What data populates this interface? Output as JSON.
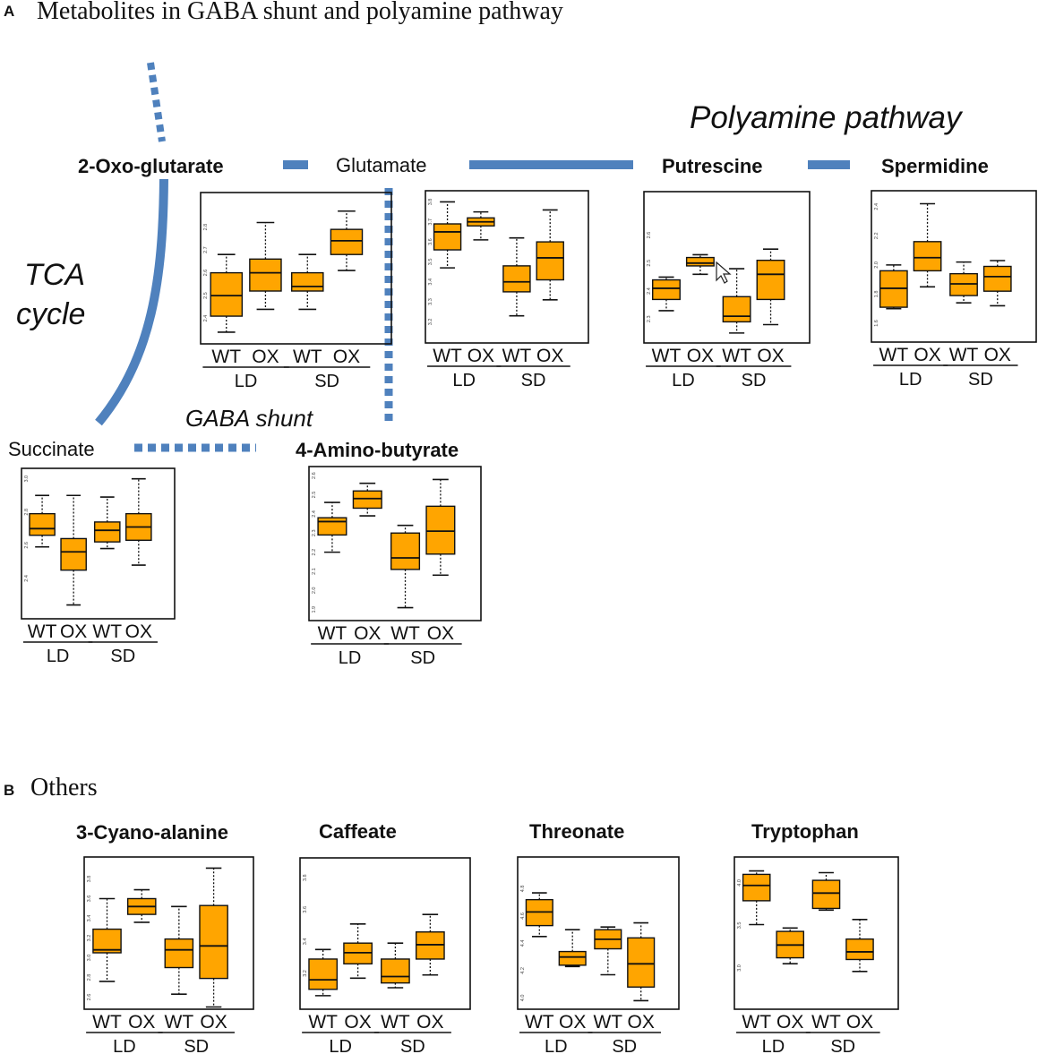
{
  "panel_a": {
    "letter": "A",
    "title": "Metabolites in GABA shunt and polyamine pathway",
    "labels": {
      "polyamine_pathway": "Polyamine pathway",
      "tca_line1": "TCA",
      "tca_line2": "cycle",
      "gaba_shunt": "GABA shunt"
    },
    "metabolites": {
      "oxoglutarate": "2-Oxo-glutarate",
      "glutamate": "Glutamate",
      "putrescine": "Putrescine",
      "spermidine": "Spermidine",
      "succinate": "Succinate",
      "aminobutyrate": "4-Amino-butyrate"
    }
  },
  "panel_b": {
    "letter": "B",
    "title": "Others"
  },
  "colors": {
    "box_fill": "#ffa500",
    "pathway_line": "#4f81bd",
    "outline": "#111111"
  },
  "group_labels": {
    "genotypes": [
      "WT",
      "OX",
      "WT",
      "OX"
    ],
    "conditions": [
      "LD",
      "SD"
    ]
  },
  "chart_data": [
    {
      "type": "box",
      "name": "2-Oxo-glutarate",
      "ylim": [
        2.32,
        2.92
      ],
      "yticks": [
        "2.4",
        "2.5",
        "2.6",
        "2.7",
        "2.8"
      ],
      "categories": [
        "WT LD",
        "OX LD",
        "WT SD",
        "OX SD"
      ],
      "boxes": [
        {
          "min": 2.34,
          "q1": 2.41,
          "median": 2.5,
          "q3": 2.6,
          "max": 2.68
        },
        {
          "min": 2.44,
          "q1": 2.52,
          "median": 2.6,
          "q3": 2.66,
          "max": 2.82
        },
        {
          "min": 2.44,
          "q1": 2.52,
          "median": 2.54,
          "q3": 2.6,
          "max": 2.68
        },
        {
          "min": 2.61,
          "q1": 2.68,
          "median": 2.74,
          "q3": 2.79,
          "max": 2.87
        }
      ]
    },
    {
      "type": "box",
      "name": "Glutamate",
      "ylim": [
        3.13,
        3.82
      ],
      "yticks": [
        "3.2",
        "3.3",
        "3.4",
        "3.5",
        "3.6",
        "3.7",
        "3.8"
      ],
      "categories": [
        "WT LD",
        "OX LD",
        "WT SD",
        "OX SD"
      ],
      "boxes": [
        {
          "min": 3.47,
          "q1": 3.56,
          "median": 3.65,
          "q3": 3.69,
          "max": 3.8
        },
        {
          "min": 3.61,
          "q1": 3.68,
          "median": 3.7,
          "q3": 3.72,
          "max": 3.75
        },
        {
          "min": 3.23,
          "q1": 3.35,
          "median": 3.4,
          "q3": 3.48,
          "max": 3.62
        },
        {
          "min": 3.31,
          "q1": 3.41,
          "median": 3.52,
          "q3": 3.6,
          "max": 3.76
        }
      ]
    },
    {
      "type": "box",
      "name": "Putrescine",
      "ylim": [
        2.24,
        2.73
      ],
      "yticks": [
        "2.3",
        "2.4",
        "2.5",
        "2.6"
      ],
      "categories": [
        "WT LD",
        "OX LD",
        "WT SD",
        "OX SD"
      ],
      "boxes": [
        {
          "min": 2.33,
          "q1": 2.37,
          "median": 2.41,
          "q3": 2.44,
          "max": 2.45
        },
        {
          "min": 2.46,
          "q1": 2.49,
          "median": 2.5,
          "q3": 2.52,
          "max": 2.53
        },
        {
          "min": 2.25,
          "q1": 2.29,
          "median": 2.31,
          "q3": 2.38,
          "max": 2.48
        },
        {
          "min": 2.28,
          "q1": 2.37,
          "median": 2.46,
          "q3": 2.51,
          "max": 2.55
        }
      ]
    },
    {
      "type": "box",
      "name": "Spermidine",
      "ylim": [
        1.52,
        2.46
      ],
      "yticks": [
        "1.6",
        "1.8",
        "2.0",
        "2.2",
        "2.4"
      ],
      "categories": [
        "WT LD",
        "OX LD",
        "WT SD",
        "OX SD"
      ],
      "boxes": [
        {
          "min": 1.7,
          "q1": 1.71,
          "median": 1.84,
          "q3": 1.96,
          "max": 2.0
        },
        {
          "min": 1.85,
          "q1": 1.96,
          "median": 2.05,
          "q3": 2.16,
          "max": 2.42
        },
        {
          "min": 1.74,
          "q1": 1.79,
          "median": 1.87,
          "q3": 1.94,
          "max": 2.02
        },
        {
          "min": 1.72,
          "q1": 1.82,
          "median": 1.92,
          "q3": 1.99,
          "max": 2.03
        }
      ]
    },
    {
      "type": "box",
      "name": "Succinate",
      "ylim": [
        2.2,
        3.02
      ],
      "yticks": [
        "2.4",
        "2.6",
        "2.8",
        "3.0"
      ],
      "categories": [
        "WT LD",
        "OX LD",
        "WT SD",
        "OX SD"
      ],
      "boxes": [
        {
          "min": 2.59,
          "q1": 2.66,
          "median": 2.7,
          "q3": 2.79,
          "max": 2.9
        },
        {
          "min": 2.24,
          "q1": 2.45,
          "median": 2.56,
          "q3": 2.64,
          "max": 2.9
        },
        {
          "min": 2.58,
          "q1": 2.62,
          "median": 2.69,
          "q3": 2.74,
          "max": 2.89
        },
        {
          "min": 2.48,
          "q1": 2.63,
          "median": 2.71,
          "q3": 2.79,
          "max": 3.0
        }
      ]
    },
    {
      "type": "box",
      "name": "4-Amino-butyrate",
      "ylim": [
        1.88,
        2.61
      ],
      "yticks": [
        "1.9",
        "2.0",
        "2.1",
        "2.2",
        "2.3",
        "2.4",
        "2.5",
        "2.6"
      ],
      "categories": [
        "WT LD",
        "OX LD",
        "WT SD",
        "OX SD"
      ],
      "boxes": [
        {
          "min": 2.2,
          "q1": 2.29,
          "median": 2.36,
          "q3": 2.38,
          "max": 2.46
        },
        {
          "min": 2.39,
          "q1": 2.43,
          "median": 2.48,
          "q3": 2.52,
          "max": 2.56
        },
        {
          "min": 1.91,
          "q1": 2.11,
          "median": 2.17,
          "q3": 2.3,
          "max": 2.34
        },
        {
          "min": 2.08,
          "q1": 2.19,
          "median": 2.31,
          "q3": 2.44,
          "max": 2.58
        }
      ]
    },
    {
      "type": "box",
      "name": "3-Cyano-alanine",
      "ylim": [
        2.55,
        3.95
      ],
      "yticks": [
        "2.6",
        "2.8",
        "3.0",
        "3.2",
        "3.4",
        "3.6",
        "3.8"
      ],
      "categories": [
        "WT LD",
        "OX LD",
        "WT SD",
        "OX SD"
      ],
      "boxes": [
        {
          "min": 2.76,
          "q1": 3.05,
          "median": 3.08,
          "q3": 3.29,
          "max": 3.6
        },
        {
          "min": 3.36,
          "q1": 3.44,
          "median": 3.52,
          "q3": 3.6,
          "max": 3.69
        },
        {
          "min": 2.63,
          "q1": 2.9,
          "median": 3.08,
          "q3": 3.19,
          "max": 3.52
        },
        {
          "min": 2.5,
          "q1": 2.79,
          "median": 3.12,
          "q3": 3.53,
          "max": 3.91
        }
      ]
    },
    {
      "type": "box",
      "name": "Caffeate",
      "ylim": [
        3.02,
        3.88
      ],
      "yticks": [
        "3.2",
        "3.4",
        "3.6",
        "3.8"
      ],
      "categories": [
        "WT LD",
        "OX LD",
        "WT SD",
        "OX SD"
      ],
      "boxes": [
        {
          "min": 3.06,
          "q1": 3.1,
          "median": 3.16,
          "q3": 3.29,
          "max": 3.35
        },
        {
          "min": 3.17,
          "q1": 3.26,
          "median": 3.33,
          "q3": 3.39,
          "max": 3.51
        },
        {
          "min": 3.11,
          "q1": 3.14,
          "median": 3.18,
          "q3": 3.29,
          "max": 3.39
        },
        {
          "min": 3.19,
          "q1": 3.29,
          "median": 3.38,
          "q3": 3.46,
          "max": 3.57
        }
      ]
    },
    {
      "type": "box",
      "name": "Threonate",
      "ylim": [
        3.97,
        4.98
      ],
      "yticks": [
        "4.0",
        "4.2",
        "4.4",
        "4.6",
        "4.8"
      ],
      "categories": [
        "WT LD",
        "OX LD",
        "WT SD",
        "OX SD"
      ],
      "boxes": [
        {
          "min": 4.45,
          "q1": 4.53,
          "median": 4.63,
          "q3": 4.72,
          "max": 4.77
        },
        {
          "min": 4.23,
          "q1": 4.24,
          "median": 4.3,
          "q3": 4.34,
          "max": 4.5
        },
        {
          "min": 4.17,
          "q1": 4.36,
          "median": 4.43,
          "q3": 4.5,
          "max": 4.52
        },
        {
          "min": 3.98,
          "q1": 4.08,
          "median": 4.25,
          "q3": 4.44,
          "max": 4.55
        }
      ]
    },
    {
      "type": "box",
      "name": "Tryptophan",
      "ylim": [
        2.6,
        4.22
      ],
      "yticks": [
        "3.0",
        "3.5",
        "4.0"
      ],
      "categories": [
        "WT LD",
        "OX LD",
        "WT SD",
        "OX SD"
      ],
      "boxes": [
        {
          "min": 3.51,
          "q1": 3.79,
          "median": 3.97,
          "q3": 4.1,
          "max": 4.14
        },
        {
          "min": 3.05,
          "q1": 3.12,
          "median": 3.27,
          "q3": 3.43,
          "max": 3.47
        },
        {
          "min": 3.68,
          "q1": 3.7,
          "median": 3.88,
          "q3": 4.03,
          "max": 4.12
        },
        {
          "min": 2.96,
          "q1": 3.1,
          "median": 3.19,
          "q3": 3.34,
          "max": 3.57
        }
      ]
    }
  ]
}
